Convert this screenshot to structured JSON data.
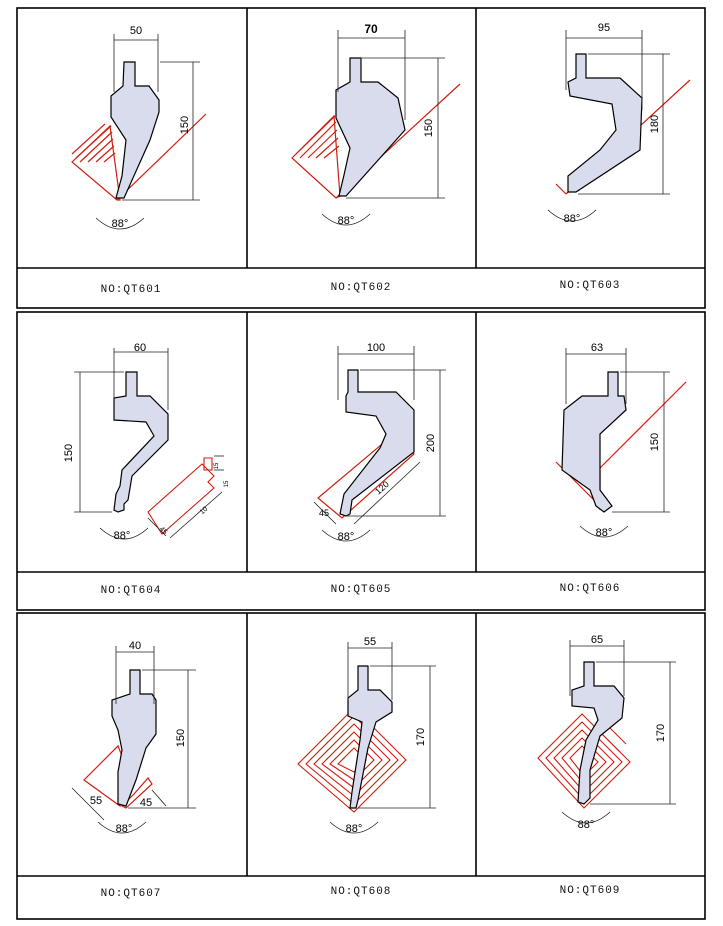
{
  "sheet_title": "",
  "angle_label": "88°",
  "colors": {
    "frame": "#000000",
    "tool_fill": "#d9dcec",
    "tool_stroke": "#000000",
    "workpiece": "#d01e10",
    "dim_line": "#222222"
  },
  "tools": [
    {
      "id": "QT601",
      "no": "NO:QT601",
      "width": "50",
      "height": "150"
    },
    {
      "id": "QT602",
      "no": "NO:QT602",
      "width": "70",
      "height": "150"
    },
    {
      "id": "QT603",
      "no": "NO:QT603",
      "width": "95",
      "height": "180"
    },
    {
      "id": "QT604",
      "no": "NO:QT604",
      "width": "60",
      "height": "150",
      "extra": [
        "45",
        "10",
        "15",
        "15"
      ]
    },
    {
      "id": "QT605",
      "no": "NO:QT605",
      "width": "100",
      "height": "200",
      "extra": [
        "45",
        "120"
      ]
    },
    {
      "id": "QT606",
      "no": "NO:QT606",
      "width": "63",
      "height": "150"
    },
    {
      "id": "QT607",
      "no": "NO:QT607",
      "width": "40",
      "height": "150",
      "extra": [
        "55",
        "45"
      ]
    },
    {
      "id": "QT608",
      "no": "NO:QT608",
      "width": "55",
      "height": "170"
    },
    {
      "id": "QT609",
      "no": "NO:QT609",
      "width": "65",
      "height": "170"
    }
  ]
}
